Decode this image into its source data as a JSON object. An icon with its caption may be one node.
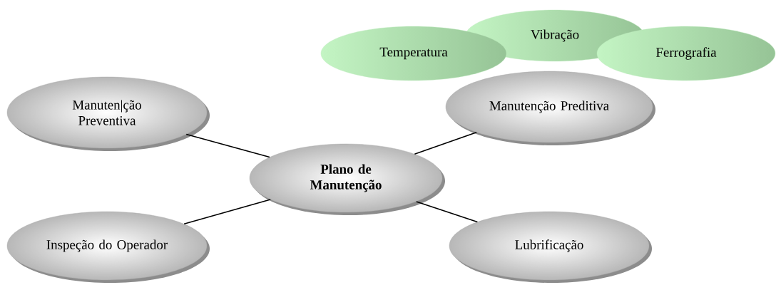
{
  "diagram": {
    "nodes": [
      {
        "text": [
          "Plano de Manutenção"
        ]
      },
      {
        "text": [
          "Manuten|ção Preventiva"
        ]
      },
      {
        "text": [
          "Manutenção Preditiva"
        ]
      },
      {
        "text": [
          "Inspeção do Operador"
        ]
      },
      {
        "text": [
          "Lubrificação"
        ]
      },
      {
        "text": [
          "Temperatura"
        ]
      },
      {
        "text": [
          "Vibração"
        ]
      },
      {
        "text": [
          "Ferrografia"
        ]
      }
    ],
    "edges": [
      {
        "from": 0,
        "to": 1,
        "arrow": "none"
      },
      {
        "from": 0,
        "to": 2,
        "arrow": "none"
      },
      {
        "from": 0,
        "to": 3,
        "arrow": "none"
      },
      {
        "from": 0,
        "to": 4,
        "arrow": "none"
      }
    ]
  }
}
